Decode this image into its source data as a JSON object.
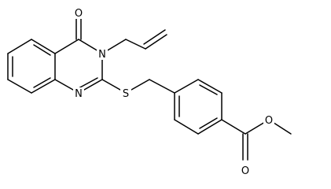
{
  "atoms": {
    "O_ketone": "O",
    "N3": "N",
    "N1": "N",
    "S": "S",
    "O_ester_ether": "O",
    "O_ester_carbonyl": "O"
  },
  "colors": {
    "bond": "#000000",
    "background": "#ffffff"
  }
}
